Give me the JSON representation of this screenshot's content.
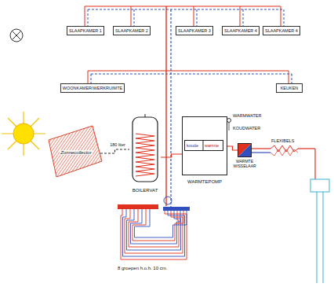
{
  "diagram": {
    "nodes": [
      {
        "text": [
          "SLAAPKAMER 1"
        ]
      },
      {
        "text": [
          "SLAAPKAMER 2"
        ]
      },
      {
        "text": [
          "SLAAPKAMER 3"
        ]
      },
      {
        "text": [
          "SLAAPKAMER 4"
        ]
      },
      {
        "text": [
          "SLAAPKAMER 4"
        ]
      },
      {
        "text": [
          "WOONKAMER/WERKRUIMTE"
        ]
      },
      {
        "text": [
          "KEUKEN"
        ]
      },
      {
        "text": [
          "Zonnecollector"
        ]
      },
      {
        "text": [
          "180 liter",
          "BOILERVAT"
        ]
      },
      {
        "text": [
          "WARMTEPOMP"
        ]
      },
      {
        "text": [
          "koude",
          "warmte"
        ],
        "in": 9
      },
      {
        "text": [
          "WARMTE WISSELAAR"
        ]
      }
    ],
    "edges": [
      {
        "from": 7,
        "to": 8,
        "arrow": "none"
      },
      {
        "from": 8,
        "to": 9,
        "arrow": "none"
      },
      {
        "from": 9,
        "to": 11,
        "arrow": "none"
      }
    ],
    "labels": [
      "WARMWATER",
      "KOUDWATER",
      "FLEXIBELS",
      "8 groepen h.o.h. 10 cm."
    ]
  }
}
